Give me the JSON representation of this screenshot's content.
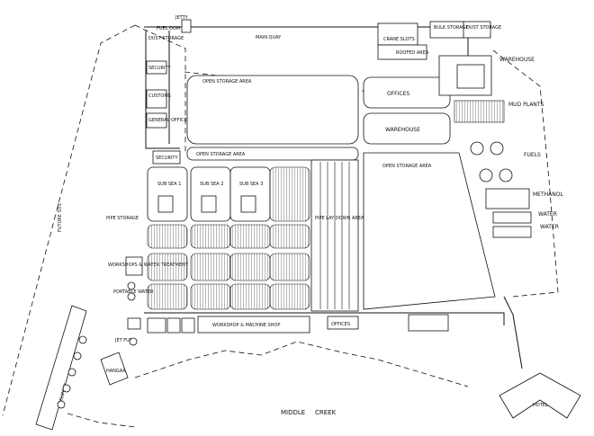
{
  "labels": {
    "fuel_dom": "FUEL DOM",
    "jetty": "JETTY",
    "dust_storage": "DUST STORAGE",
    "main_quay": "MAIN QUAY",
    "crane_slots": "CRANE SLOTS",
    "bulk_storage": "BULK STORAGE",
    "dust_storage_2": "DUST STORAGE",
    "roofed_area": "ROOFED AREA",
    "security_top": "SECURITY",
    "customs": "CUSTOMS",
    "general_office": "GENERAL OFFICE",
    "open_storage_top": "OPEN STORAGE AREA",
    "offices": "OFFICES",
    "warehouse_mid": "WAREHOUSE",
    "warehouse_right": "WAREHOUSE",
    "mud_plants": "MUD PLANTS",
    "fuels": "FUELS",
    "methanol": "METHANOL",
    "water_1": "WATER",
    "water_2": "WATER",
    "security_mid": "SECURITY",
    "open_storage_mid": "OPEN STORAGE AREA",
    "sub_sea_1": "SUB SEA 1",
    "sub_sea_2": "SUB SEA 2",
    "sub_sea_3": "SUB SEA 3",
    "pipe_storage": "PIPE STORAGE",
    "pipe_lay_down": "PIPE LAY DOWN AREA",
    "open_storage_right": "OPEN STORAGE AREA",
    "future_site": "FUTURE SITE",
    "workshop_water": "WORKSHOPS & WATER TREATMENT",
    "portable_water": "PORTABLE WATER",
    "workshop_machine": "WORKSHOP & MACHINE SHOP",
    "offices_bottom": "OFFICES",
    "jet_fuel": "JET FUEL",
    "hangar": "HANGAR",
    "heliport": "HELIPORT",
    "middle": "MIDDLE",
    "creek": "CREEK",
    "hotel": "HOTEL"
  }
}
